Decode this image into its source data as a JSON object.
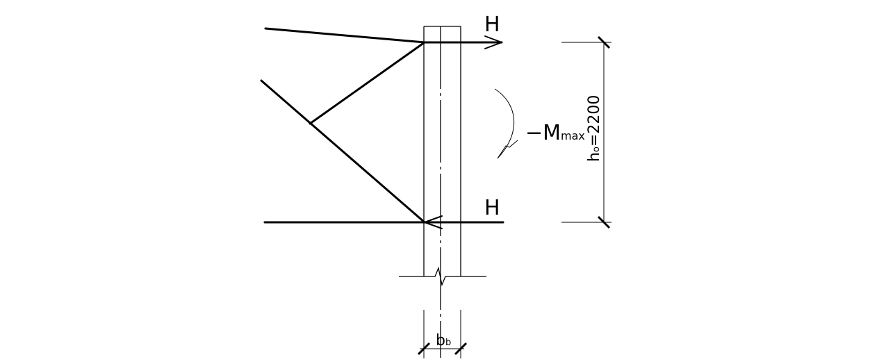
{
  "colors": {
    "line": "#000000",
    "background": "#ffffff"
  },
  "labels": {
    "force_top": "H",
    "force_bottom": "H",
    "moment_prefix": "−M",
    "moment_subscript": "max",
    "height_dim_main": "h",
    "height_dim_sub": "o",
    "height_dim_value": "=2200",
    "width_dim_main": "b",
    "width_dim_sub": "b"
  }
}
